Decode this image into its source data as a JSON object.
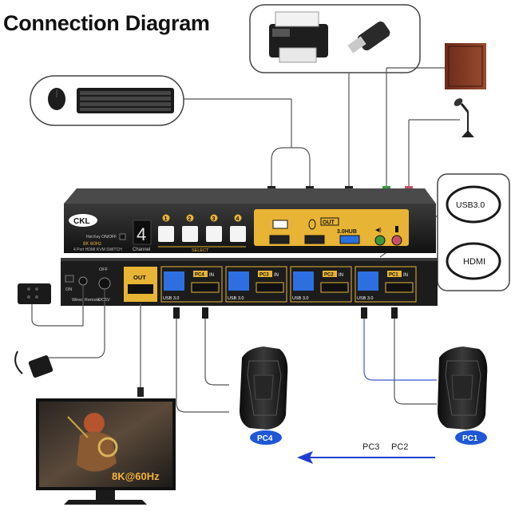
{
  "title": "Connection Diagram",
  "device": {
    "brand": "CKL",
    "model": "8K 60Hz",
    "subtitle": "4 Port HDMI KVM SWITCH",
    "hotkey_label": "Hot Key ON/OFF",
    "display_digit": "4",
    "channel_label": "Channel",
    "select_label": "SELECT",
    "select_buttons": [
      "1",
      "2",
      "3",
      "4"
    ],
    "hub_out_label": "OUT",
    "hub_label": "3.0HUB",
    "rear_out_label": "OUT",
    "dc_label": "DC5V",
    "on_label": "ON",
    "off_label": "OFF",
    "wired_remote_label": "Wired Remote",
    "usb_label": "USB 3.0",
    "in_label": "IN",
    "pc_ports": [
      "PC4",
      "PC3",
      "PC2",
      "PC1"
    ]
  },
  "cables": {
    "usb_label": "USB3.0",
    "hdmi_label": "HDMI"
  },
  "computers": {
    "left_label": "PC4",
    "right_label": "PC1"
  },
  "flow": {
    "pc3_label": "PC3",
    "pc2_label": "PC2"
  },
  "monitor": {
    "resolution_label": "8K@60Hz"
  },
  "colors": {
    "gold": "#e8b436",
    "pc_badge": "#1f57d6",
    "arrow": "#1d3fd0",
    "usb_blue": "#2d6fe0"
  }
}
